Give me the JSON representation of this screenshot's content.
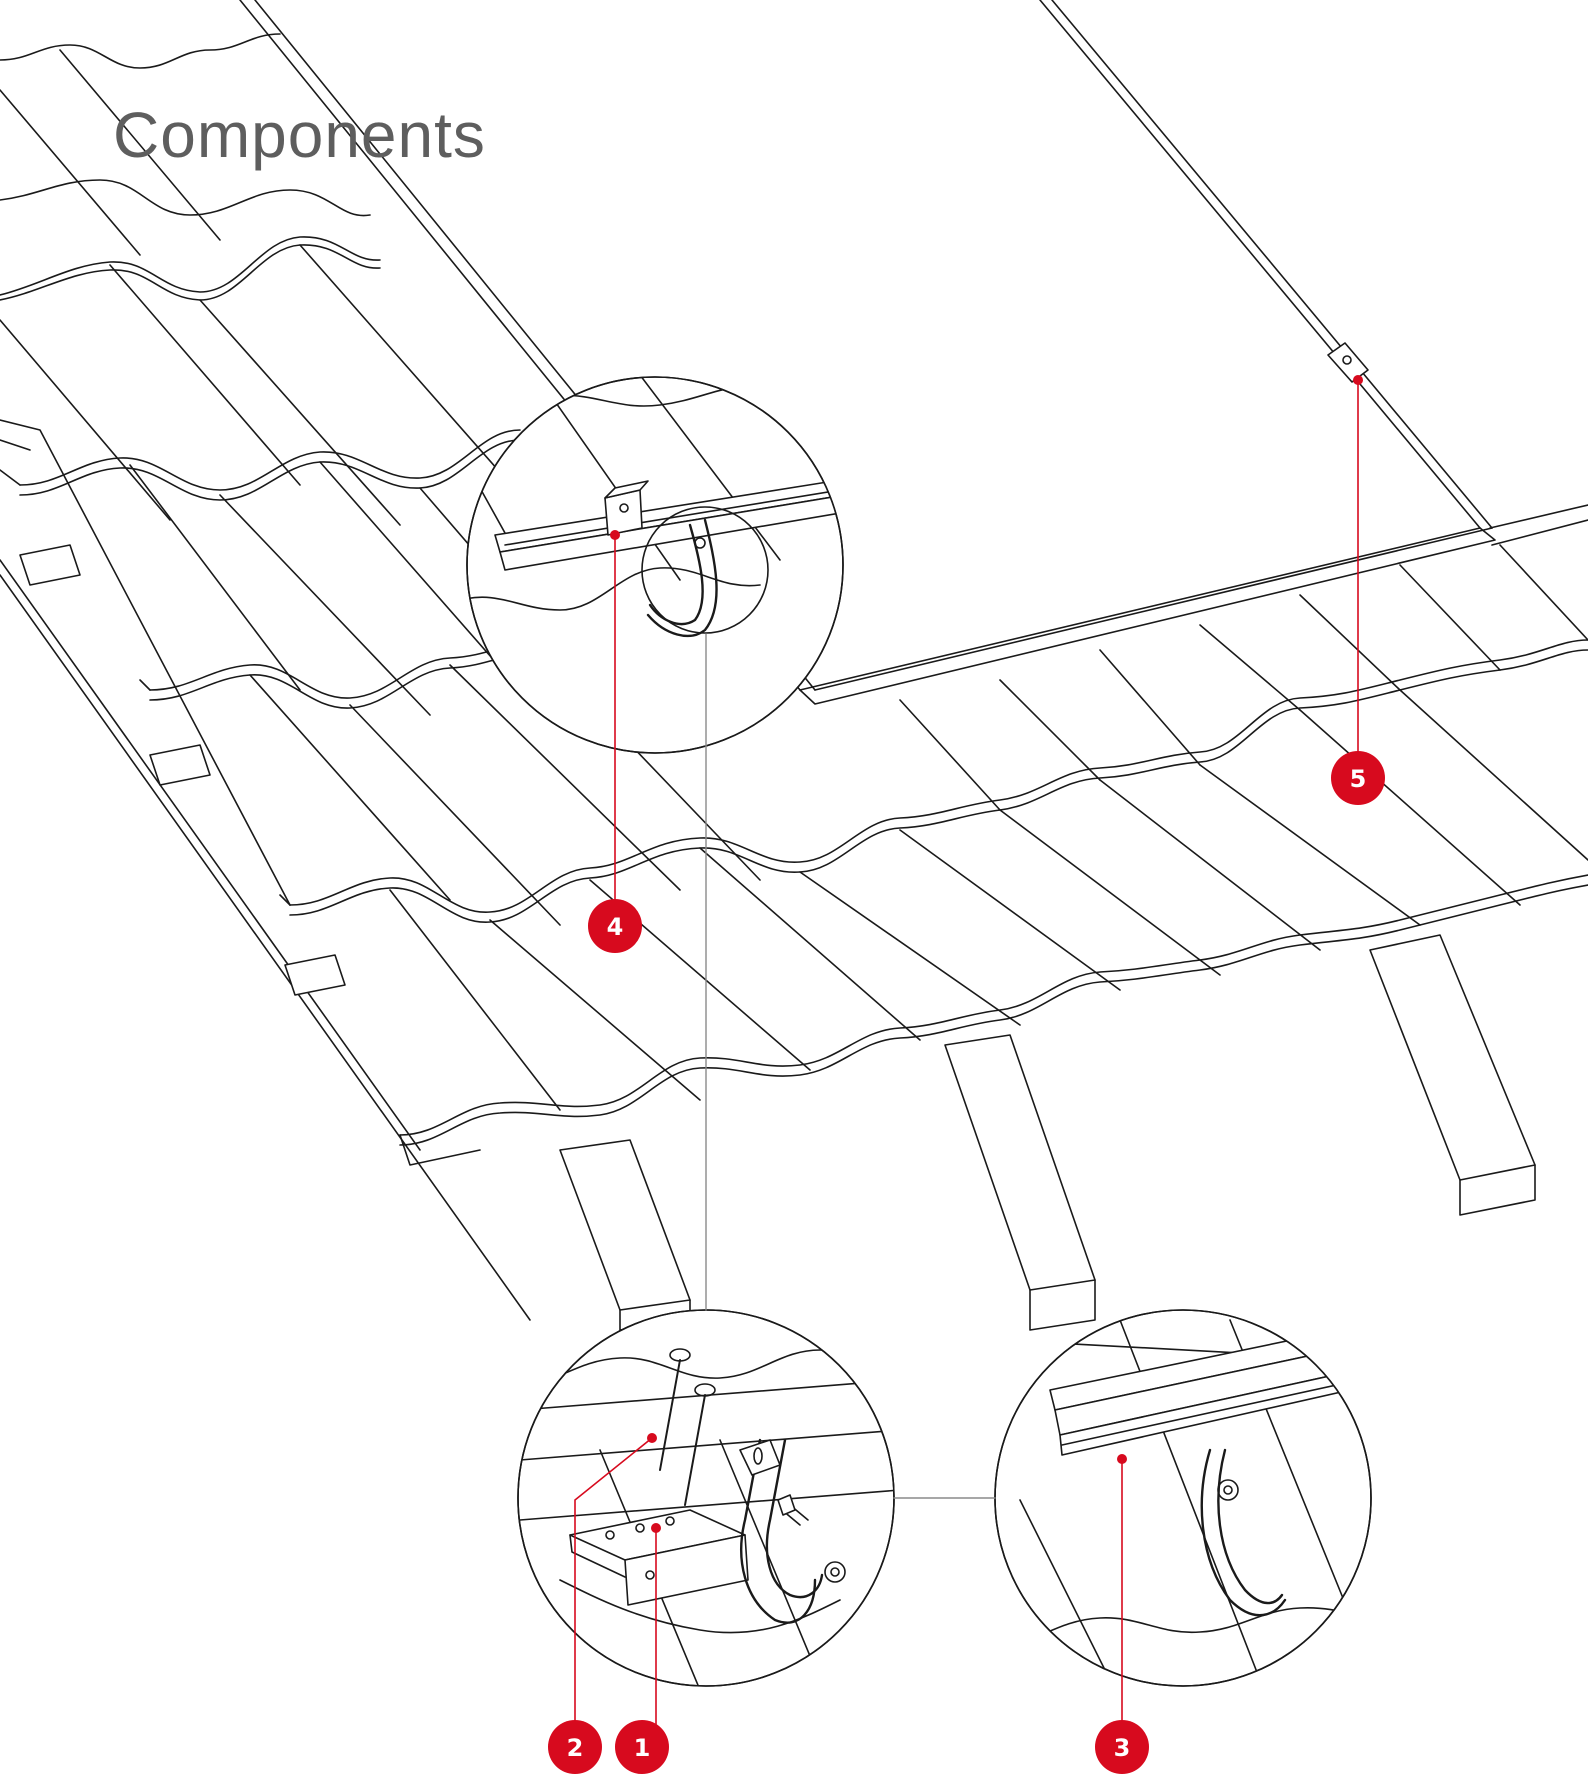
{
  "title": "Components",
  "accent_color": "#d70a1e",
  "line_color": "#1a1a1a",
  "callouts": [
    {
      "label": "1"
    },
    {
      "label": "2"
    },
    {
      "label": "3"
    },
    {
      "label": "4"
    },
    {
      "label": "5"
    }
  ]
}
